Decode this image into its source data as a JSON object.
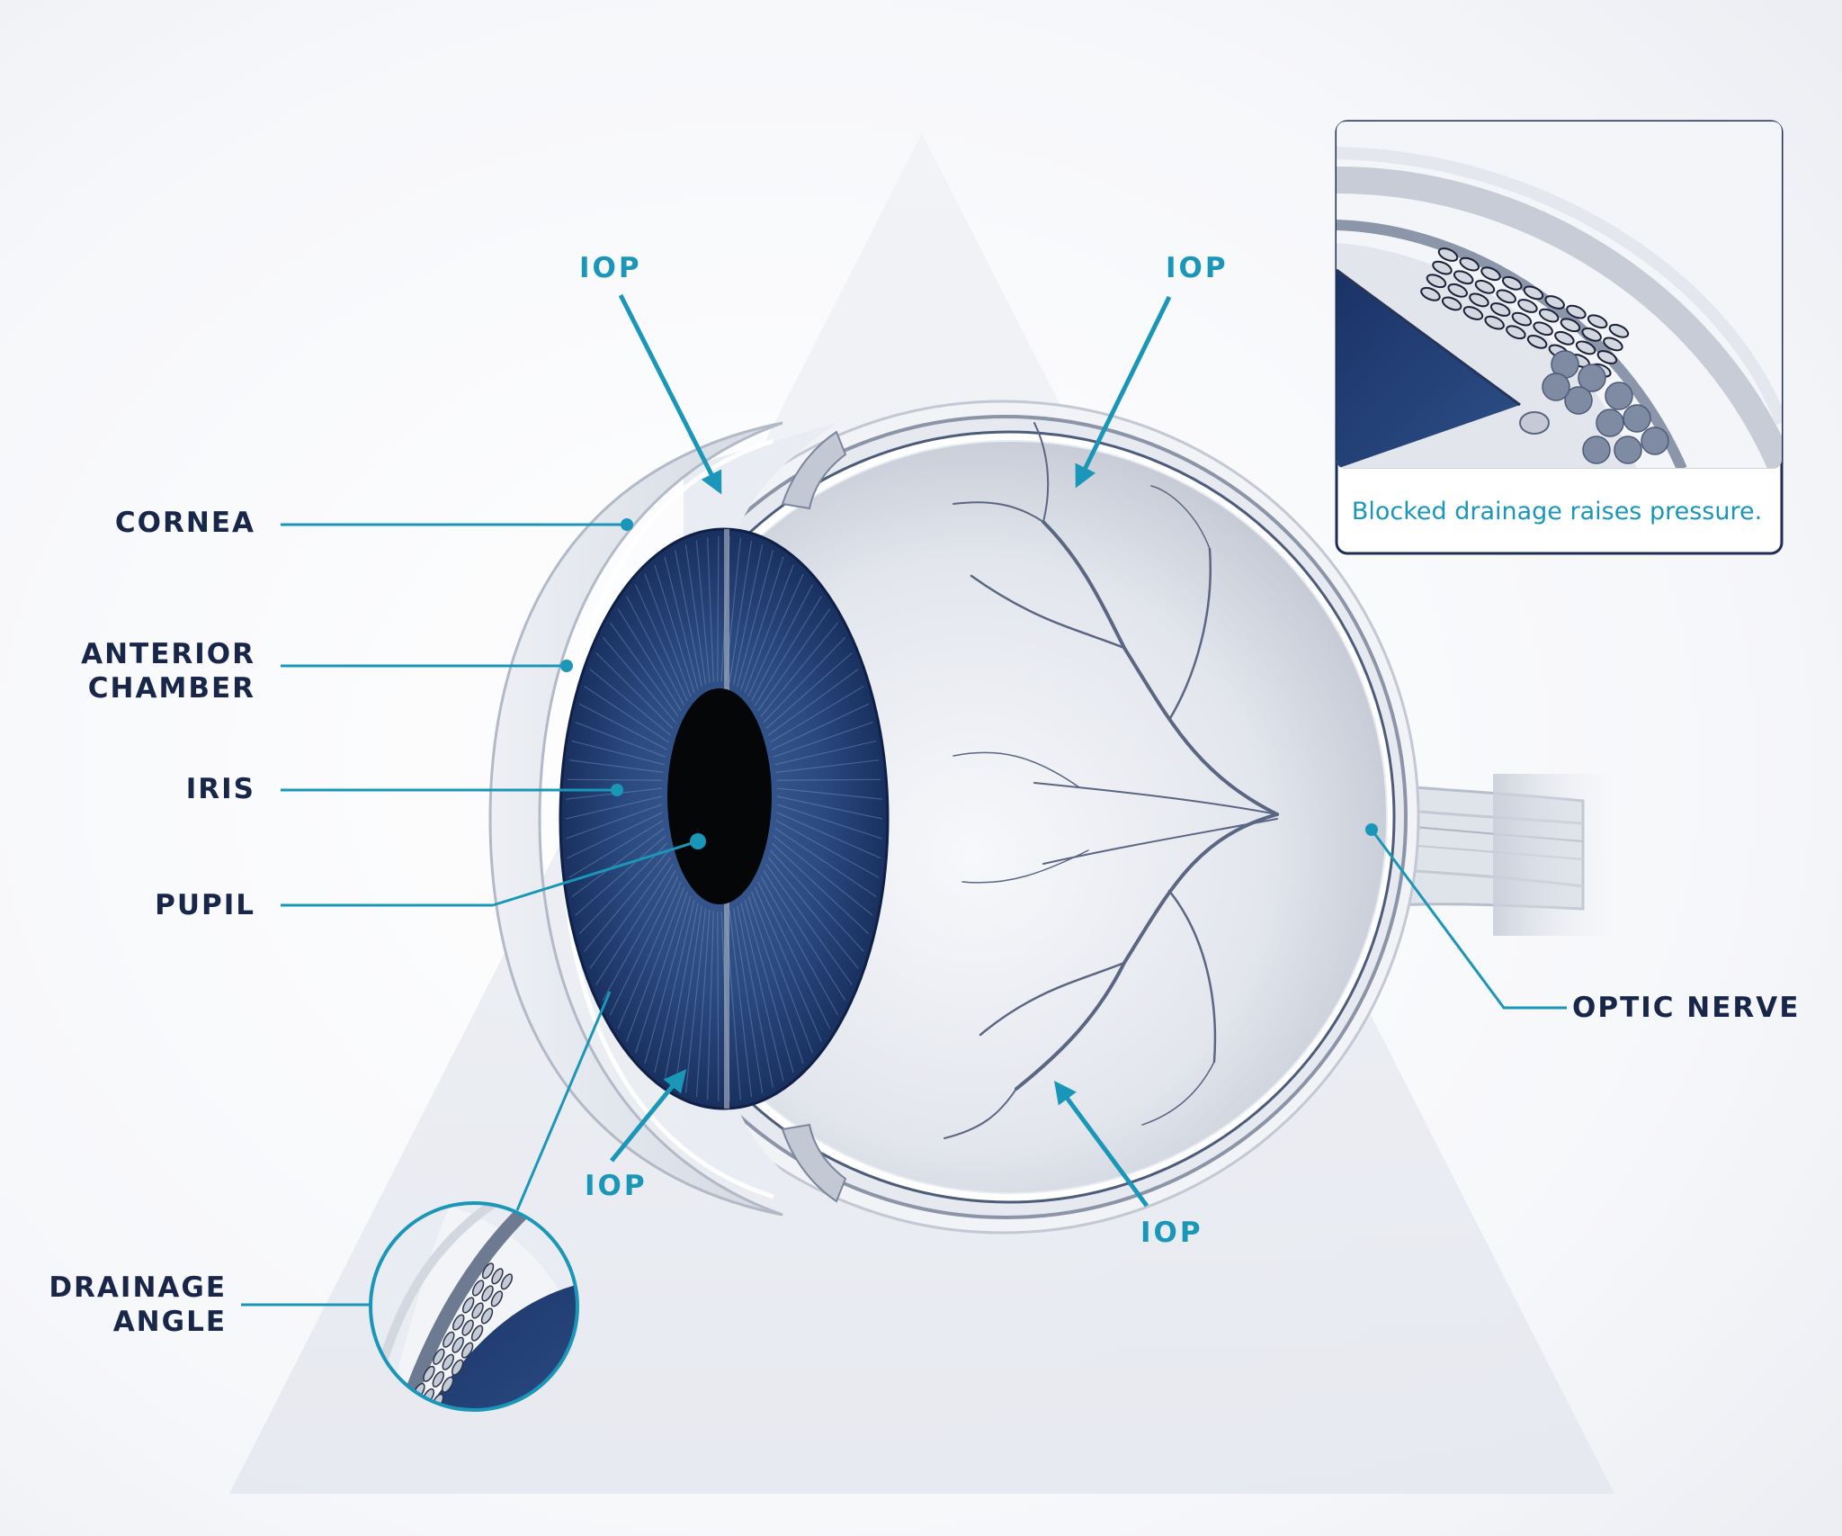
{
  "labels": {
    "cornea": "CORNEA",
    "anterior_chamber_1": "ANTERIOR",
    "anterior_chamber_2": "CHAMBER",
    "iris": "IRIS",
    "pupil": "PUPIL",
    "drainage_angle_1": "DRAINAGE",
    "drainage_angle_2": "ANGLE",
    "optic_nerve": "OPTIC NERVE"
  },
  "pressure_labels": [
    "IOP",
    "IOP",
    "IOP",
    "IOP"
  ],
  "inset": {
    "caption": "Blocked drainage raises pressure."
  },
  "colors": {
    "accent": "#1a97b8",
    "label": "#18264a",
    "iris": "#1f3a6e",
    "sclera": "#dfe2ea"
  }
}
